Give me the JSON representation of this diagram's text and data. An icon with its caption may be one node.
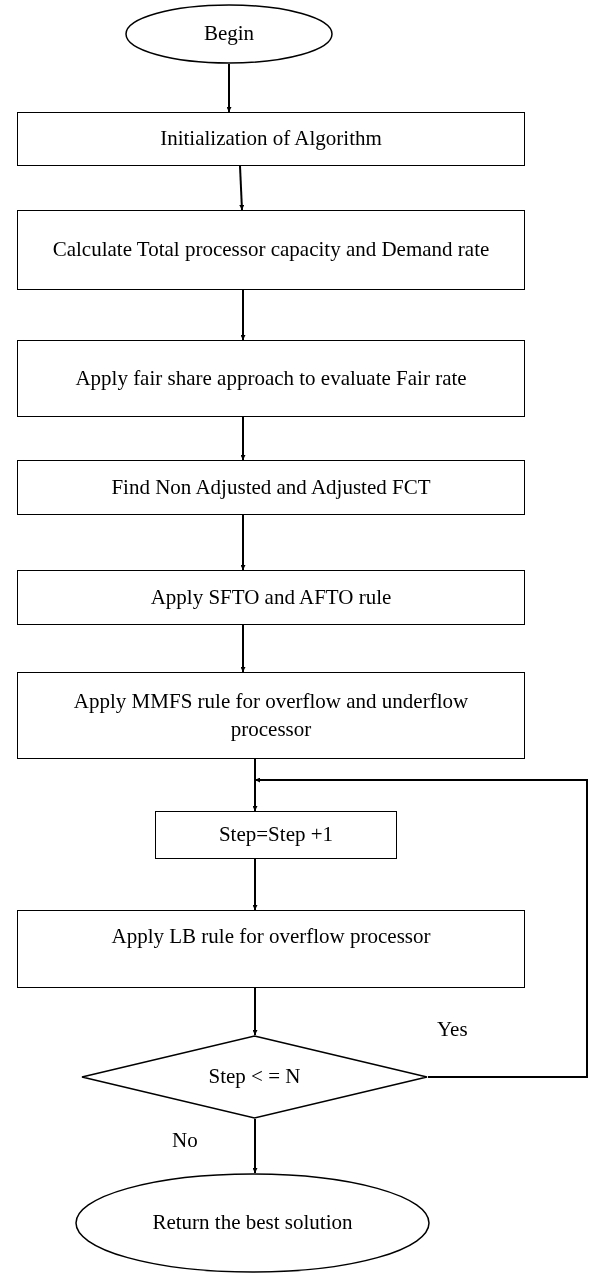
{
  "diagram": {
    "nodes": [
      {
        "text": [
          "Begin"
        ]
      },
      {
        "text": [
          "Initialization of Algorithm"
        ]
      },
      {
        "text": [
          "Calculate Total processor capacity and Demand rate"
        ]
      },
      {
        "text": [
          "Apply fair share approach to evaluate Fair rate"
        ]
      },
      {
        "text": [
          "Find Non Adjusted and Adjusted  FCT"
        ]
      },
      {
        "text": [
          "Apply SFTO and AFTO rule"
        ]
      },
      {
        "text": [
          "Apply MMFS rule for overflow and underflow processor"
        ]
      },
      {
        "text": [
          "Step=Step +1"
        ]
      },
      {
        "text": [
          "Apply LB rule for overflow processor"
        ]
      },
      {
        "text": [
          "Step < = N"
        ]
      },
      {
        "text": [
          "Return the best solution"
        ]
      }
    ],
    "edges": [
      {
        "from": 0,
        "to": 1,
        "arrow": "to"
      },
      {
        "from": 1,
        "to": 2,
        "arrow": "to"
      },
      {
        "from": 2,
        "to": 3,
        "arrow": "to"
      },
      {
        "from": 3,
        "to": 4,
        "arrow": "to"
      },
      {
        "from": 4,
        "to": 5,
        "arrow": "to"
      },
      {
        "from": 5,
        "to": 6,
        "arrow": "to"
      },
      {
        "from": 6,
        "to": 7,
        "arrow": "to"
      },
      {
        "from": 7,
        "to": 8,
        "arrow": "to"
      },
      {
        "from": 8,
        "to": 9,
        "arrow": "to"
      },
      {
        "from": 9,
        "to": 10,
        "arrow": "to",
        "label": "No"
      },
      {
        "from": 9,
        "to": 7,
        "arrow": "to",
        "label": "Yes"
      }
    ]
  }
}
